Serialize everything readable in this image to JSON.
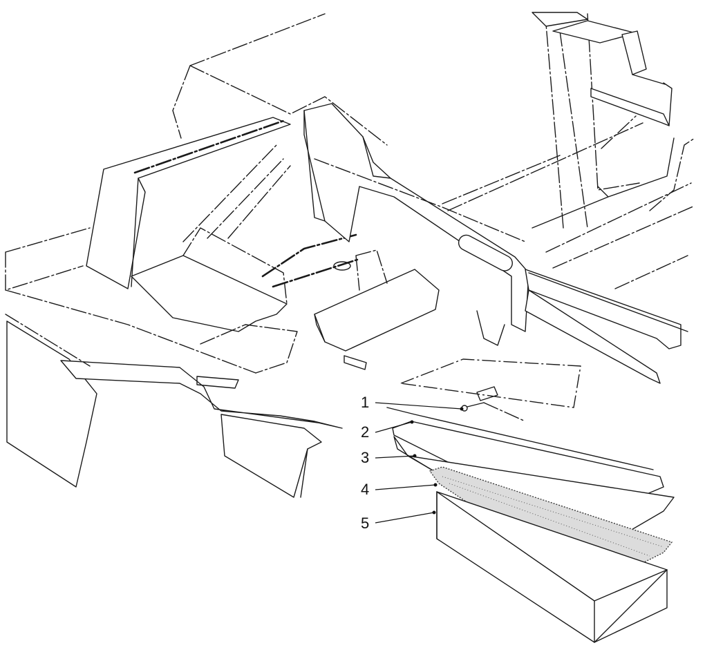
{
  "callouts": [
    {
      "number": "1"
    },
    {
      "number": "2"
    },
    {
      "number": "3"
    },
    {
      "number": "4"
    },
    {
      "number": "5"
    }
  ],
  "colors": {
    "line": "#1a1a1a",
    "background": "#ffffff",
    "foam": "#3a3a3a"
  }
}
